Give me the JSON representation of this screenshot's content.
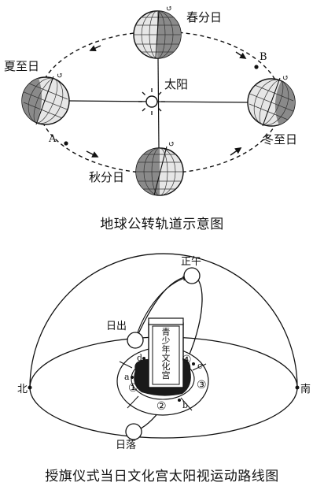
{
  "top_diagram": {
    "caption": "地球公转轨道示意图",
    "labels": {
      "spring": "春分日",
      "summer": "夏至日",
      "autumn": "秋分日",
      "winter": "冬至日",
      "sun": "太阳",
      "point_a": "A",
      "point_b": "B"
    }
  },
  "bottom_diagram": {
    "caption": "授旗仪式当日文化宫太阳视运动路线图",
    "labels": {
      "noon": "正午",
      "sunrise": "日出",
      "sunset": "日落",
      "north": "北",
      "south": "南",
      "building": "青少年文化宫",
      "a": "a",
      "b": "b",
      "c": "c",
      "d": "d",
      "r1": "①",
      "r2": "②",
      "r3": "③",
      "r4": "④"
    }
  },
  "colors": {
    "line": "#111111",
    "globe_dark": "#8a8a8a",
    "globe_light": "#e6e6e6"
  }
}
